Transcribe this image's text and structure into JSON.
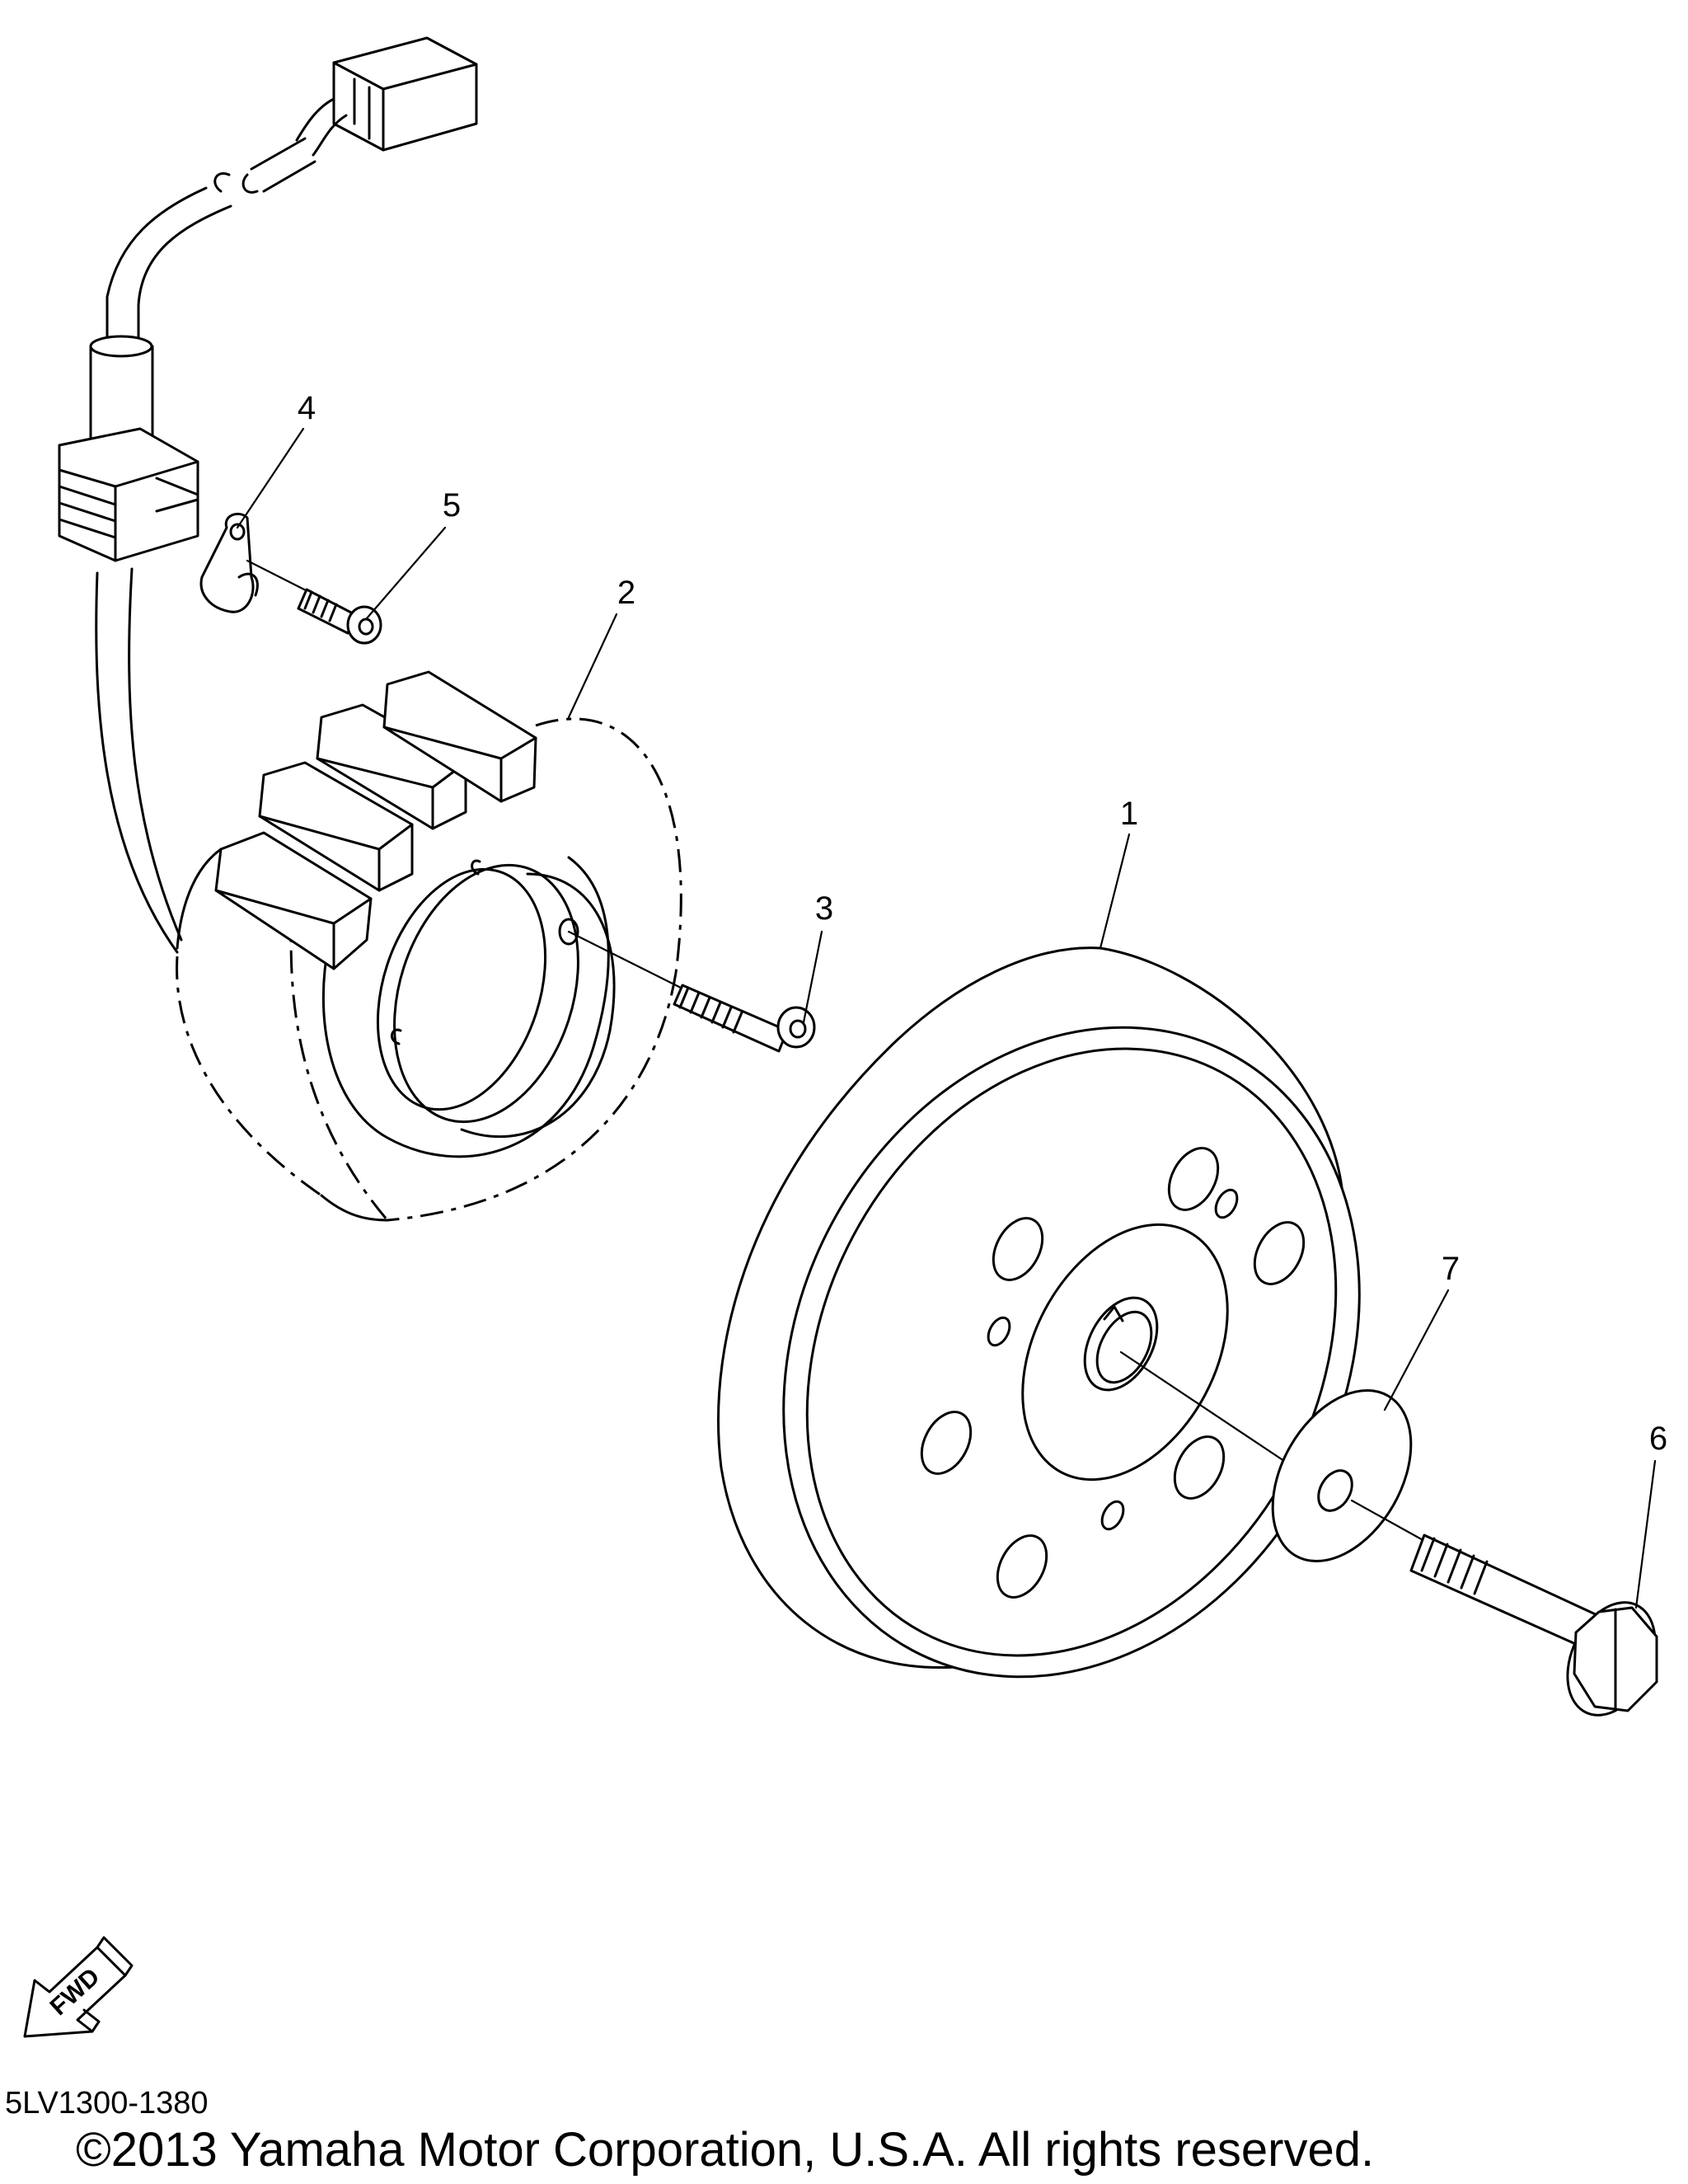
{
  "callouts": [
    {
      "id": "1",
      "label": "1"
    },
    {
      "id": "2",
      "label": "2"
    },
    {
      "id": "3",
      "label": "3"
    },
    {
      "id": "4",
      "label": "4"
    },
    {
      "id": "5",
      "label": "5"
    },
    {
      "id": "6",
      "label": "6"
    },
    {
      "id": "7",
      "label": "7"
    }
  ],
  "fwd_badge": "FWD",
  "reference_code": "5LV1300-1380",
  "copyright": "©2013 Yamaha Motor Corporation, U.S.A. All rights reserved."
}
